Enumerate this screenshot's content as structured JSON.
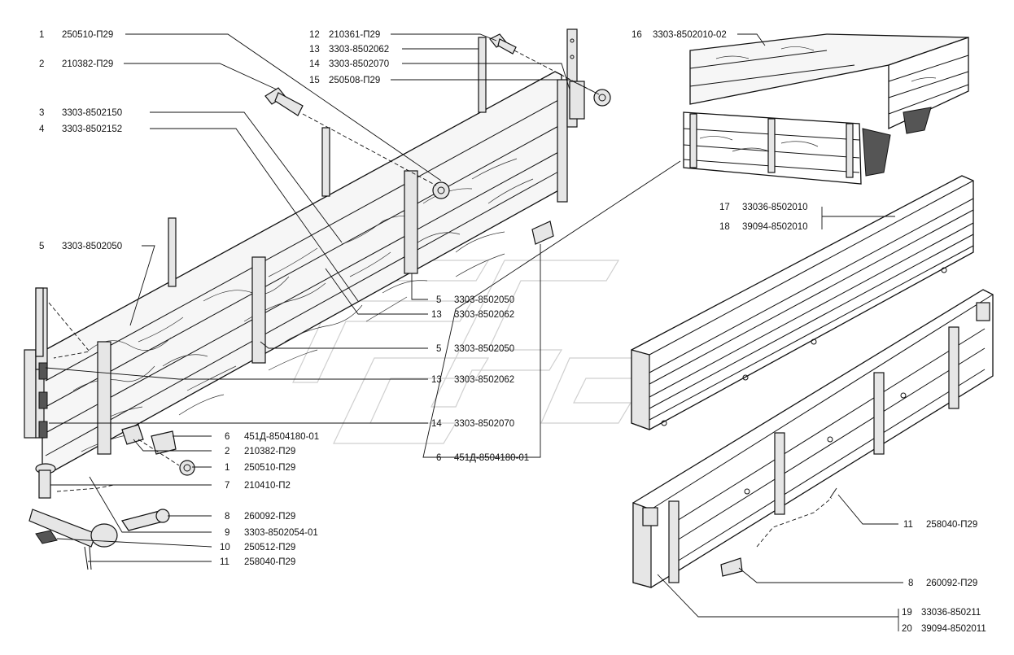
{
  "callouts_left": [
    {
      "num": "1",
      "code": "250510-П29"
    },
    {
      "num": "2",
      "code": "210382-П29"
    },
    {
      "num": "3",
      "code": "3303-8502150"
    },
    {
      "num": "4",
      "code": "3303-8502152"
    },
    {
      "num": "5",
      "code": "3303-8502050"
    }
  ],
  "callouts_top": [
    {
      "num": "12",
      "code": "210361-П29"
    },
    {
      "num": "13",
      "code": "3303-8502062"
    },
    {
      "num": "14",
      "code": "3303-8502070"
    },
    {
      "num": "15",
      "code": "250508-П29"
    }
  ],
  "callout_16": {
    "num": "16",
    "code": "3303-8502010-02"
  },
  "callouts_17_18": [
    {
      "num": "17",
      "code": "33036-8502010"
    },
    {
      "num": "18",
      "code": "39094-8502010"
    }
  ],
  "callouts_middle": [
    {
      "num": "5",
      "code": "3303-8502050"
    },
    {
      "num": "13",
      "code": "3303-8502062"
    },
    {
      "num": "5",
      "code": "3303-8502050"
    },
    {
      "num": "13",
      "code": "3303-8502062"
    },
    {
      "num": "14",
      "code": "3303-8502070"
    },
    {
      "num": "6",
      "code": "451Д-8504180-01"
    }
  ],
  "callouts_bottom_left": [
    {
      "num": "6",
      "code": "451Д-8504180-01"
    },
    {
      "num": "2",
      "code": "210382-П29"
    },
    {
      "num": "1",
      "code": "250510-П29"
    },
    {
      "num": "7",
      "code": "210410-П2"
    },
    {
      "num": "8",
      "code": "260092-П29"
    },
    {
      "num": "9",
      "code": "3303-8502054-01"
    },
    {
      "num": "10",
      "code": "250512-П29"
    },
    {
      "num": "11",
      "code": "258040-П29"
    }
  ],
  "callouts_right": [
    {
      "num": "11",
      "code": "258040-П29"
    },
    {
      "num": "8",
      "code": "260092-П29"
    }
  ],
  "callouts_19_20": [
    {
      "num": "19",
      "code": "33036-850211"
    },
    {
      "num": "20",
      "code": "39094-8502011"
    }
  ]
}
